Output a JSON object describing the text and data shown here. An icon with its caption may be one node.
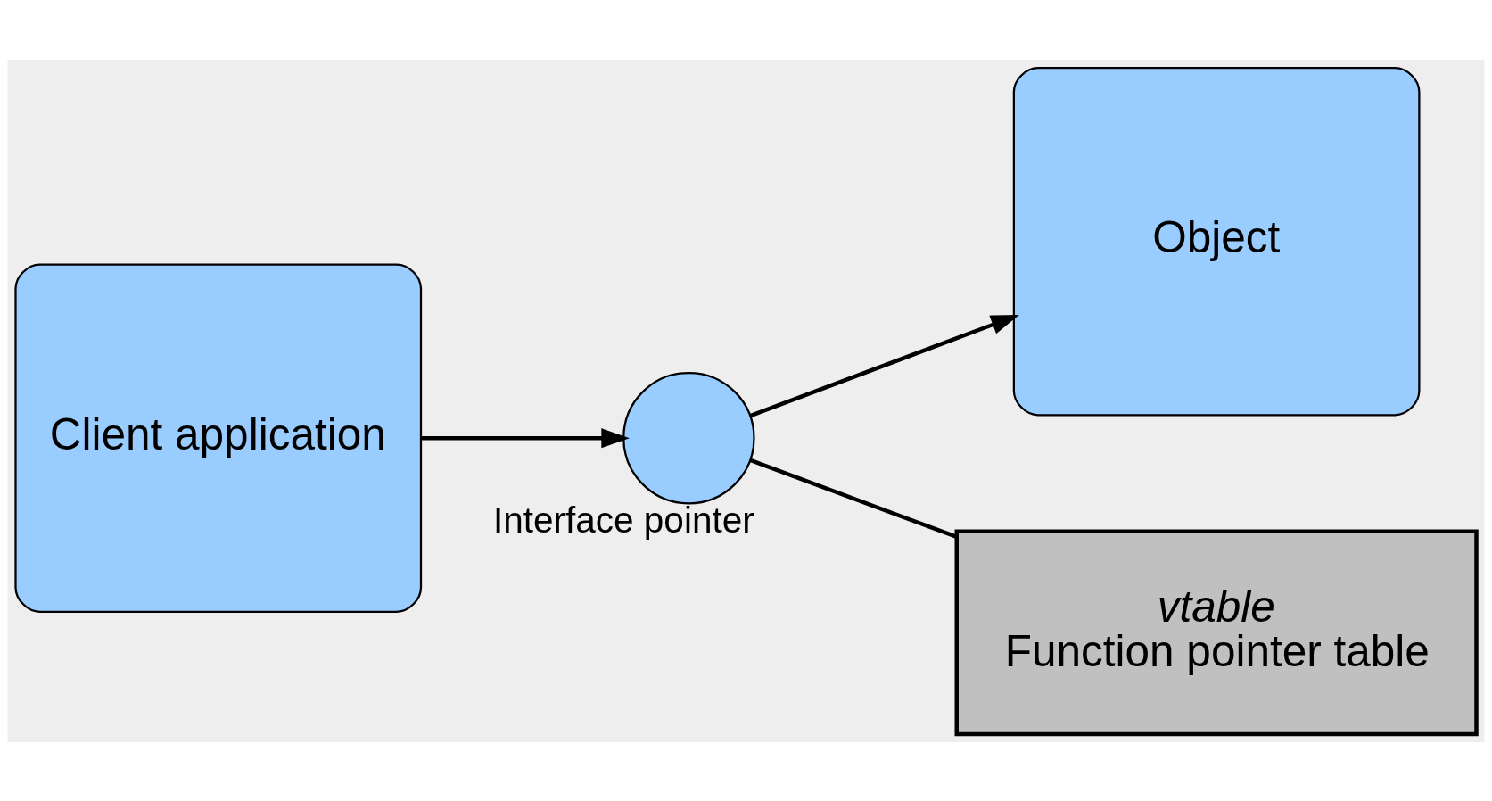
{
  "diagram": {
    "nodes": [
      {
        "text": [
          "Client application"
        ]
      },
      {
        "text": [],
        "shape": "circle",
        "beside": [
          "Interface pointer"
        ]
      },
      {
        "text": [
          "Object"
        ]
      },
      {
        "text": [
          "vtable",
          "Function pointer table"
        ]
      }
    ],
    "edges": [
      {
        "from": 0,
        "to": 1,
        "arrow": "to"
      },
      {
        "from": 1,
        "to": 2,
        "arrow": "to"
      },
      {
        "from": 1,
        "to": 3,
        "arrow": "none"
      }
    ]
  }
}
